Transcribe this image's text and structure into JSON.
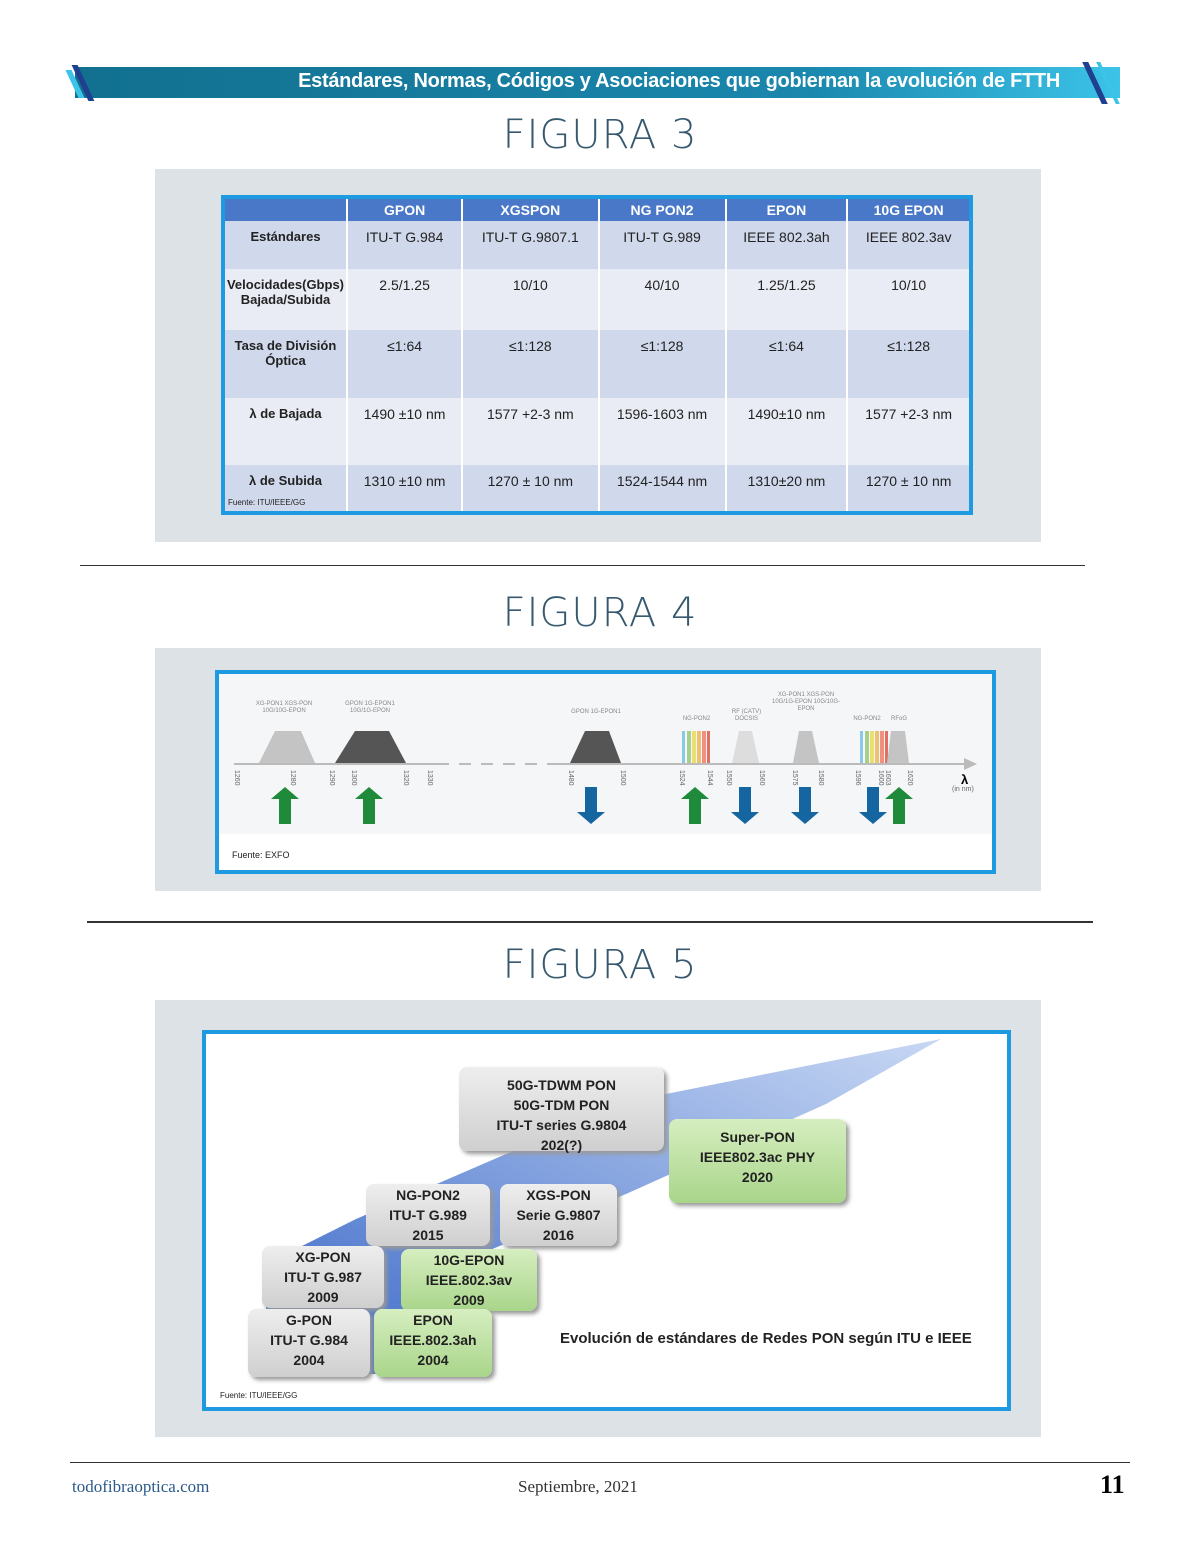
{
  "header": {
    "title": "Estándares, Normas, Códigos y Asociaciones que gobiernan la evolución de FTTH"
  },
  "fig3": {
    "title": "FIGURA 3",
    "columns": [
      "",
      "GPON",
      "XGSPON",
      "NG PON2",
      "EPON",
      "10G EPON"
    ],
    "rows": [
      [
        "Estándares",
        "ITU-T G.984",
        "ITU-T G.9807.1",
        "ITU-T G.989",
        "IEEE 802.3ah",
        "IEEE 802.3av"
      ],
      [
        "Velocidades(Gbps) Bajada/Subida",
        "2.5/1.25",
        "10/10",
        "40/10",
        "1.25/1.25",
        "10/10"
      ],
      [
        "Tasa de División Óptica",
        "≤1:64",
        "≤1:128",
        "≤1:128",
        "≤1:64",
        "≤1:128"
      ],
      [
        "λ de Bajada",
        "1490 ±10 nm",
        "1577 +2-3 nm",
        "1596-1603 nm",
        "1490±10 nm",
        "1577 +2-3 nm"
      ],
      [
        "λ de Subida",
        "1310 ±10 nm",
        "1270 ± 10 nm",
        "1524-1544 nm",
        "1310±20 nm",
        "1270 ± 10 nm"
      ]
    ],
    "source": "Fuente: ITU/IEEE/GG"
  },
  "fig4": {
    "title": "FIGURA 4",
    "source": "Fuente: EXFO",
    "axis_label": "λ",
    "axis_unit": "(in nm)",
    "bands": [
      {
        "label": "XG-PON1 XGS-PON 10G/10G-EPON"
      },
      {
        "label": "GPON 1G-EPON1 10G/1G-EPON"
      },
      {
        "label": "GPON 1G-EPON1"
      },
      {
        "label": "NG-PON2"
      },
      {
        "label": "RF (CATV) DOCSIS"
      },
      {
        "label": "XG-PON1 XGS-PON 10G/1G-EPON 10G/10G-EPON"
      },
      {
        "label": "NG-PON2"
      },
      {
        "label": "RFoG"
      }
    ],
    "ticks": [
      "1260",
      "1280",
      "1290",
      "1300",
      "1320",
      "1330",
      "1480",
      "1500",
      "1524",
      "1544",
      "1550",
      "1560",
      "1575",
      "1580",
      "1596",
      "1600",
      "1603",
      "1620"
    ]
  },
  "fig5": {
    "title": "FIGURA 5",
    "caption": "Evolución de estándares de Redes PON según ITU e IEEE",
    "source": "Fuente: ITU/IEEE/GG",
    "boxes": [
      {
        "lines": [
          "50G-TDWM PON",
          "50G-TDM PON",
          "ITU-T series G.9804",
          "202(?)"
        ]
      },
      {
        "lines": [
          "Super-PON",
          "IEEE802.3ac PHY",
          "2020"
        ]
      },
      {
        "lines": [
          "NG-PON2",
          "ITU-T G.989",
          "2015"
        ]
      },
      {
        "lines": [
          "XGS-PON",
          "Serie G.9807",
          "2016"
        ]
      },
      {
        "lines": [
          "XG-PON",
          "ITU-T G.987",
          "2009"
        ]
      },
      {
        "lines": [
          "10G-EPON",
          "IEEE.802.3av",
          "2009"
        ]
      },
      {
        "lines": [
          "G-PON",
          "ITU-T G.984",
          "2004"
        ]
      },
      {
        "lines": [
          "EPON",
          "IEEE.802.3ah",
          "2004"
        ]
      }
    ]
  },
  "footer": {
    "site": "todofibraoptica.com",
    "date": "Septiembre, 2021",
    "page": "11"
  }
}
